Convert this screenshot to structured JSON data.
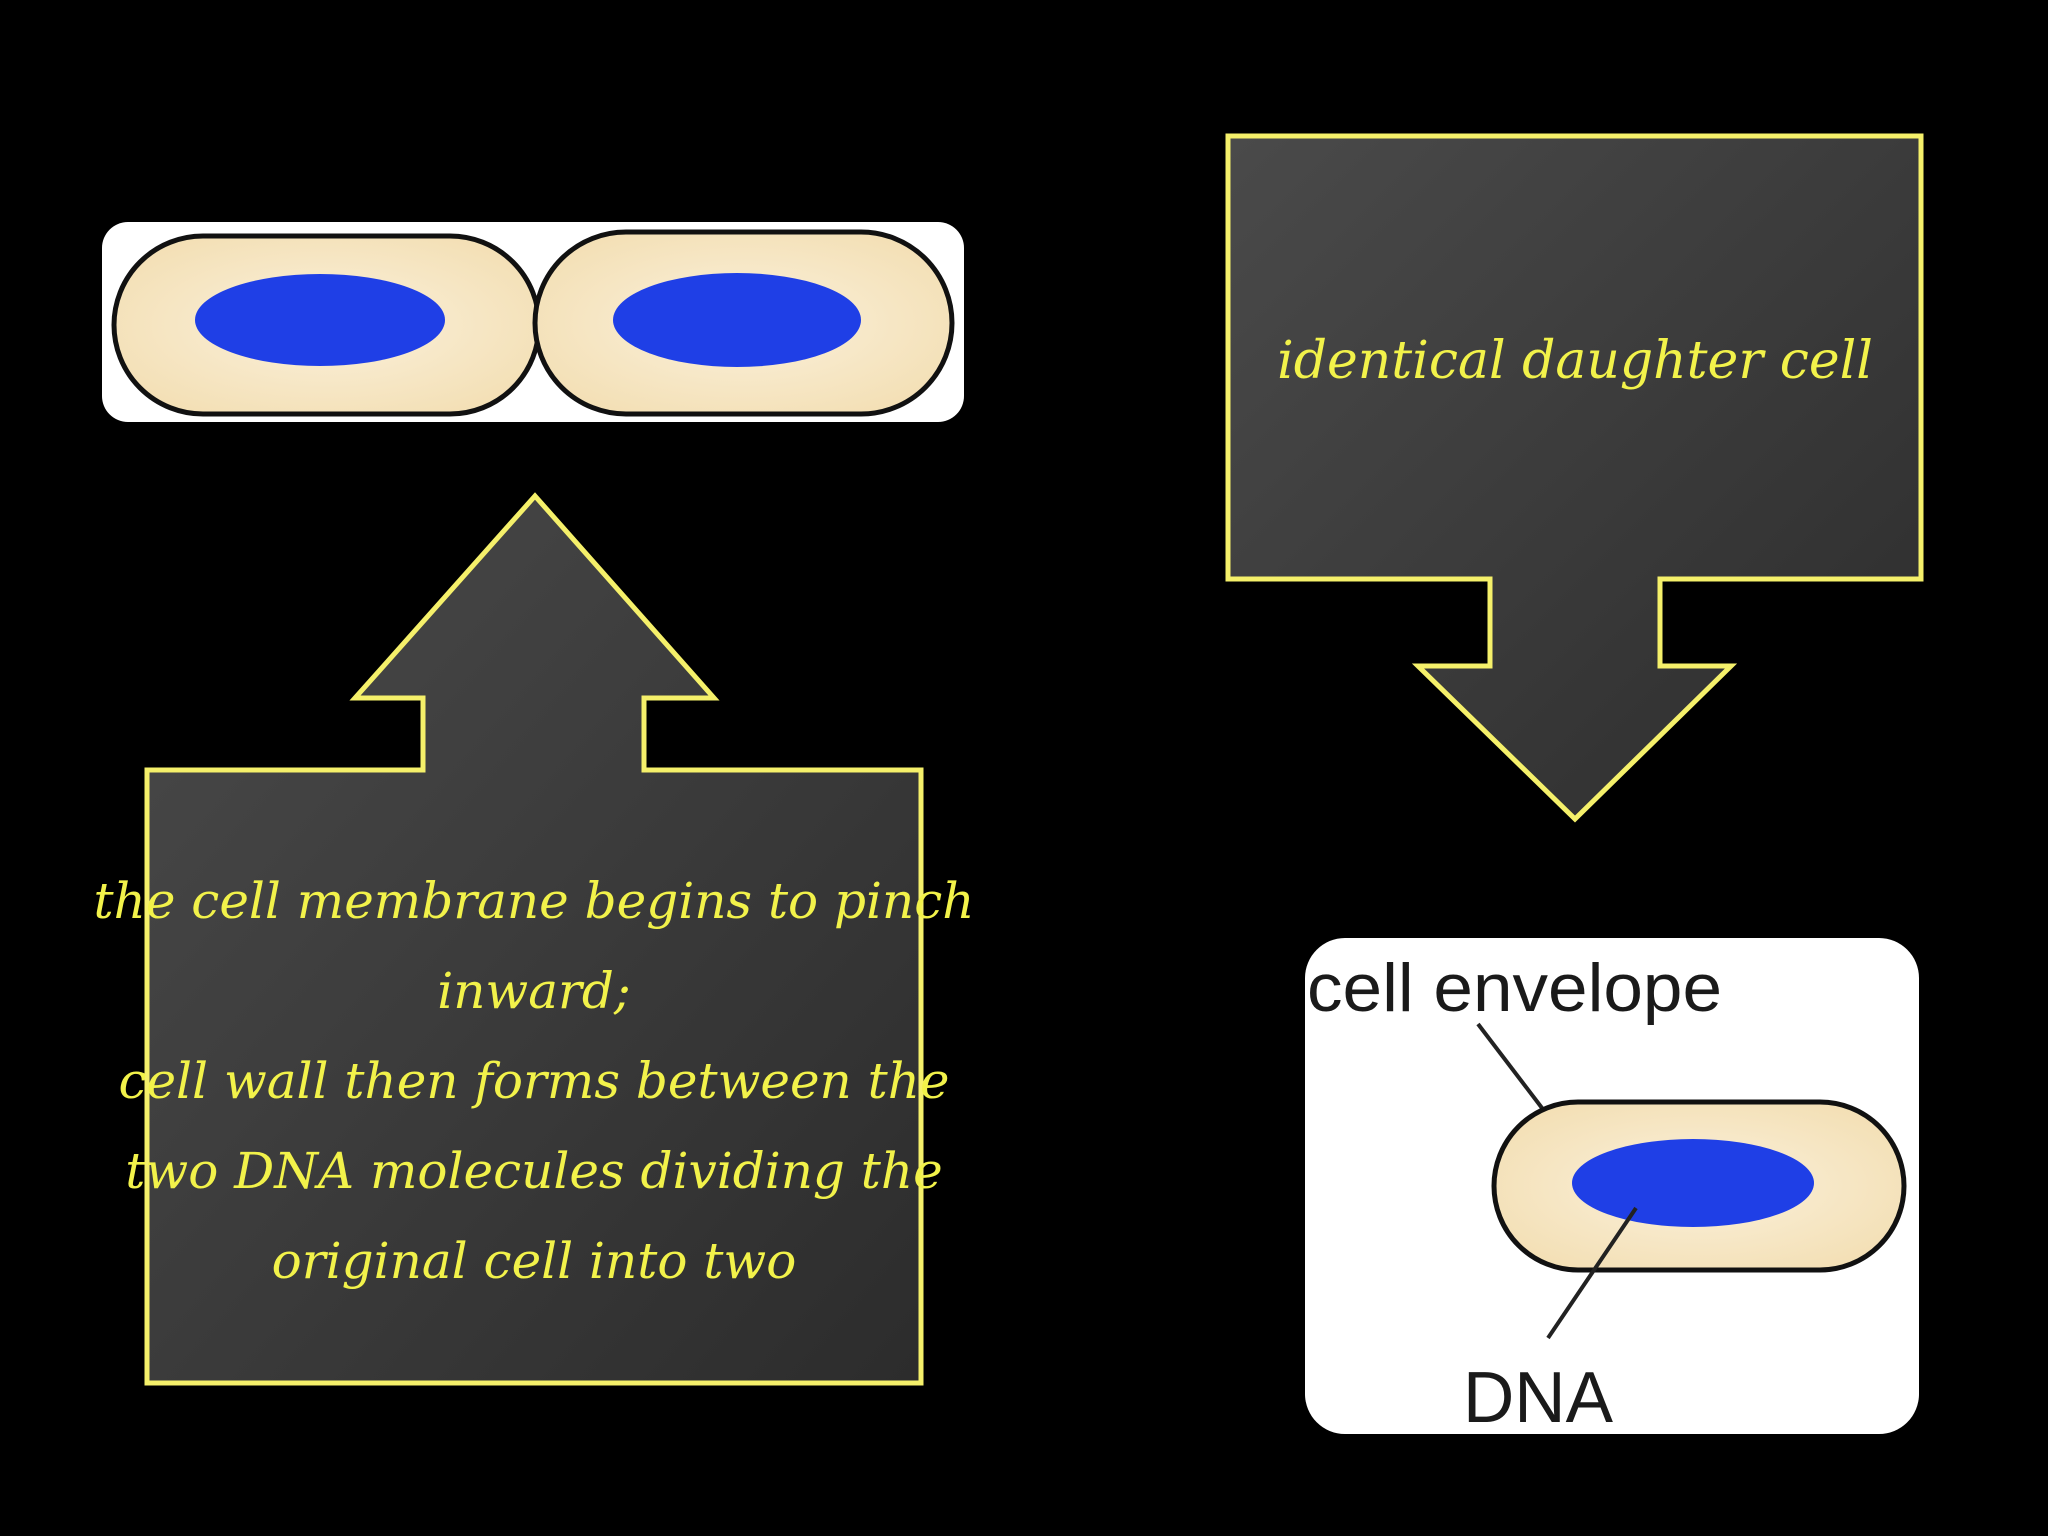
{
  "colors": {
    "background": "#000000",
    "callout_fill": "#3a3a3a",
    "callout_border": "#f5f06a",
    "caption_text": "#f2f24a",
    "cytoplasm": "#f7e6c4",
    "dna": "#1f3fe6",
    "image_panel": "#ffffff"
  },
  "top_right_callout": {
    "text": "identical daughter cell"
  },
  "bottom_left_callout": {
    "lines": [
      "the cell membrane begins to pinch",
      "inward;",
      "cell wall then forms between the",
      "two DNA molecules dividing the",
      "original cell into two"
    ]
  },
  "daughter_cell_diagram": {
    "envelope_label": "cell envelope",
    "dna_label": "DNA"
  },
  "dividing_cell_image": {
    "cells": [
      {
        "name": "left-cell"
      },
      {
        "name": "right-cell"
      }
    ]
  }
}
